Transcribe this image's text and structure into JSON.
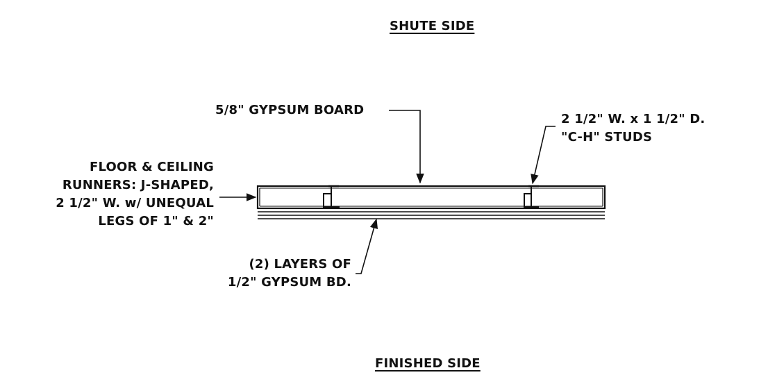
{
  "sides": {
    "top": "SHUTE SIDE",
    "bottom": "FINISHED SIDE"
  },
  "callouts": {
    "gypsum_board": "5/8\" GYPSUM BOARD",
    "studs": {
      "line1": "2 1/2\" W. x 1 1/2\" D.",
      "line2": "\"C-H\" STUDS"
    },
    "runners": {
      "line1": "FLOOR & CEILING",
      "line2": "RUNNERS: J-SHAPED,",
      "line3": "2 1/2\" W. w/ UNEQUAL",
      "line4": "LEGS OF 1\" & 2\""
    },
    "layers": {
      "line1": "(2) LAYERS OF",
      "line2": "1/2\" GYPSUM BD."
    }
  }
}
